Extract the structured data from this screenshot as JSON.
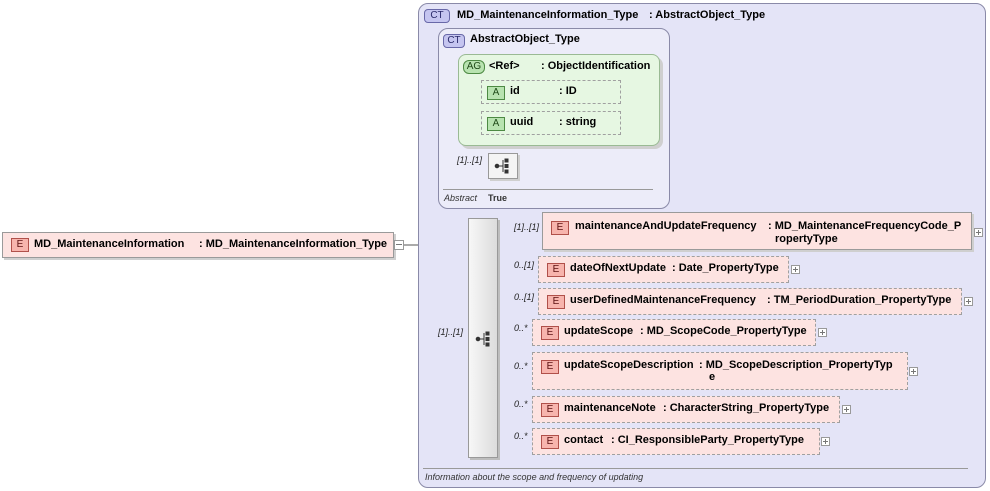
{
  "root": {
    "badge": "E",
    "name": "MD_MaintenanceInformation",
    "type": ": MD_MaintenanceInformation_Type"
  },
  "complex_type": {
    "badge": "CT",
    "name": "MD_MaintenanceInformation_Type",
    "base": ": AbstractObject_Type",
    "documentation": "Information about the scope and frequency of updating"
  },
  "abstract_type": {
    "badge": "CT",
    "name": "AbstractObject_Type",
    "abstract_label": "Abstract",
    "abstract_value": "True",
    "seq_cardinality": "[1]..[1]"
  },
  "attribute_group": {
    "badge": "AG",
    "name": "<Ref>",
    "type": ": ObjectIdentification",
    "attributes": [
      {
        "badge": "A",
        "name": "id",
        "type": ": ID"
      },
      {
        "badge": "A",
        "name": "uuid",
        "type": ": string"
      }
    ]
  },
  "sequence": {
    "cardinality": "[1]..[1]"
  },
  "elements": [
    {
      "badge": "E",
      "cardinality": "[1]..[1]",
      "name": "maintenanceAndUpdateFrequency",
      "type_line1": ": MD_MaintenanceFrequencyCode_P",
      "type_line2": "ropertyType",
      "required": true
    },
    {
      "badge": "E",
      "cardinality": "0..[1]",
      "name": "dateOfNextUpdate",
      "type_line1": ": Date_PropertyType",
      "type_line2": "",
      "required": false
    },
    {
      "badge": "E",
      "cardinality": "0..[1]",
      "name": "userDefinedMaintenanceFrequency",
      "type_line1": ": TM_PeriodDuration_PropertyType",
      "type_line2": "",
      "required": false
    },
    {
      "badge": "E",
      "cardinality": "0..*",
      "name": "updateScope",
      "type_line1": ": MD_ScopeCode_PropertyType",
      "type_line2": "",
      "required": false
    },
    {
      "badge": "E",
      "cardinality": "0..*",
      "name": "updateScopeDescription",
      "type_line1": ": MD_ScopeDescription_PropertyTyp",
      "type_line2": "e",
      "required": false
    },
    {
      "badge": "E",
      "cardinality": "0..*",
      "name": "maintenanceNote",
      "type_line1": ": CharacterString_PropertyType",
      "type_line2": "",
      "required": false
    },
    {
      "badge": "E",
      "cardinality": "0..*",
      "name": "contact",
      "type_line1": ": CI_ResponsibleParty_PropertyType",
      "type_line2": "",
      "required": false
    }
  ]
}
